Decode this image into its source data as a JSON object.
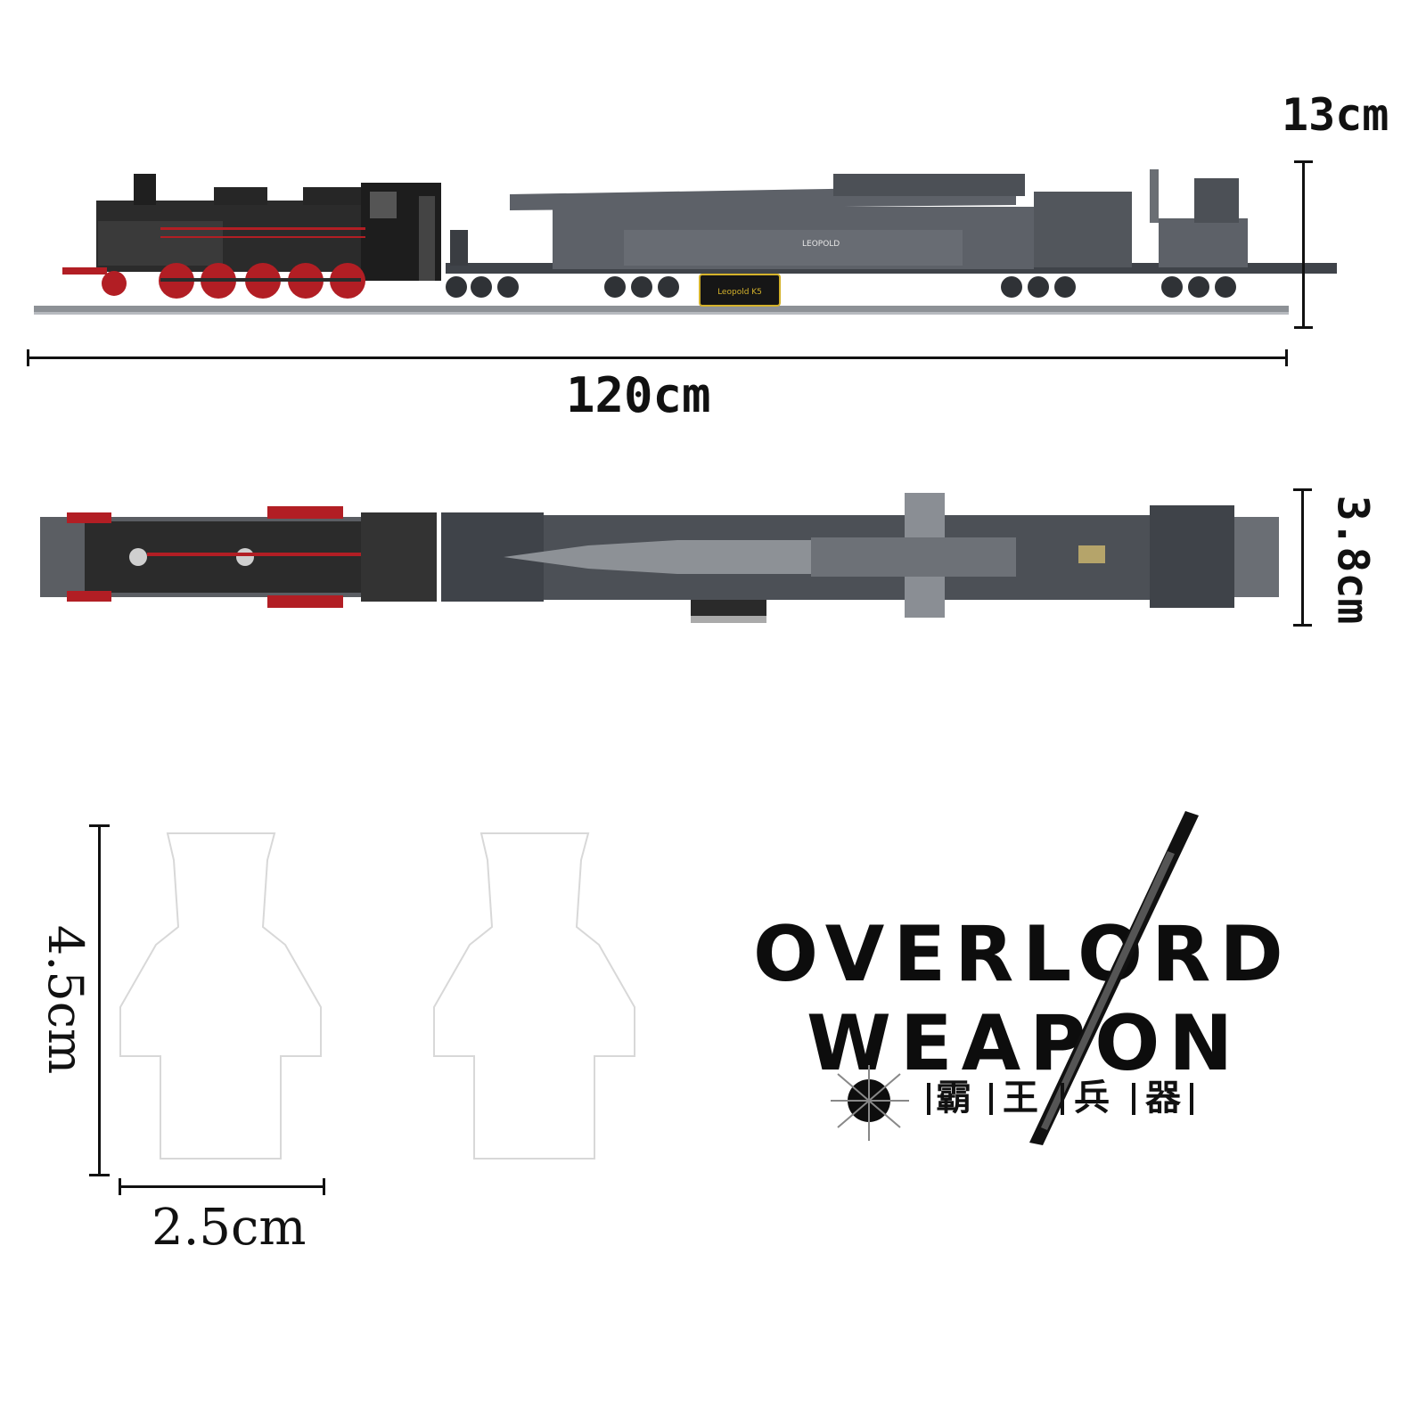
{
  "dimensions": {
    "height_side": "13cm",
    "length": "120cm",
    "width_top": "3.8cm",
    "figure_height": "4.5cm",
    "figure_width": "2.5cm"
  },
  "train": {
    "car_label": "LEOPOLD",
    "plate_label": "Leopold K5"
  },
  "logo": {
    "line1": "OVERLORD",
    "line2": "WEAPON",
    "chinese": [
      "霸",
      "王",
      "兵",
      "器"
    ]
  },
  "colors": {
    "locomotive": "#2b2b2b",
    "wheels_red": "#b21e24",
    "gun_car": "#5d6168",
    "gun_car_dark": "#3f4349",
    "rail": "#8d9196"
  }
}
